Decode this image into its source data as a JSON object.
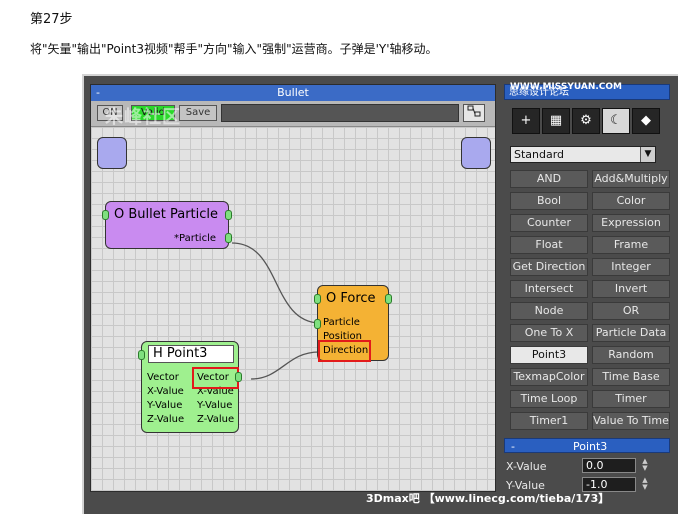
{
  "step_title": "第27步",
  "instruction": "将\"矢量\"输出\"Point3视频\"帮手\"方向\"输入\"强制\"运营商。子弹是'Y'轴移动。",
  "editor": {
    "title": "Bullet",
    "minus": "-",
    "toolbar": {
      "on_label": "ON",
      "valid_label": "Valid",
      "save_label": "Save"
    }
  },
  "nodes": {
    "bullet": {
      "title": "O Bullet Particle",
      "output": "*Particle"
    },
    "force": {
      "title": "O Force",
      "inputs": [
        "Particle",
        "Position",
        "Direction"
      ]
    },
    "point3": {
      "title": "H Point3",
      "rows": [
        {
          "in": "Vector",
          "out": "Vector"
        },
        {
          "in": "X-Value",
          "out": "X-Value"
        },
        {
          "in": "Y-Value",
          "out": "Y-Value"
        },
        {
          "in": "Z-Value",
          "out": "Z-Value"
        }
      ]
    }
  },
  "panel": {
    "title": "思缘设计论坛",
    "dropdown_value": "Standard",
    "operators": [
      [
        "AND",
        "Add&Multiply"
      ],
      [
        "Bool",
        "Color"
      ],
      [
        "Counter",
        "Expression"
      ],
      [
        "Float",
        "Frame"
      ],
      [
        "Get Direction",
        "Integer"
      ],
      [
        "Intersect",
        "Invert"
      ],
      [
        "Node",
        "OR"
      ],
      [
        "One To X",
        "Particle Data"
      ],
      [
        "Point3",
        "Random"
      ],
      [
        "TexmapColor",
        "Time Base"
      ],
      [
        "Time Loop",
        "Timer"
      ],
      [
        "Timer1",
        "Value To Time"
      ]
    ],
    "selected_operator": "Point3",
    "rollout": {
      "minus": "-",
      "title": "Point3"
    },
    "params": [
      {
        "label": "X-Value",
        "value": "0.0"
      },
      {
        "label": "Y-Value",
        "value": "-1.0"
      }
    ]
  },
  "watermarks": {
    "logo": "朱峰社区",
    "site": "WWW.MISSYUAN.COM",
    "bottom": "3Dmax吧 【www.linecg.com/tieba/173】"
  },
  "colors": {
    "bullet_node": "#c98bf0",
    "force_node": "#f4b234",
    "point3_node": "#9ff08f",
    "highlight": "#e21a1a",
    "titlebar": "#3b6bc6"
  }
}
